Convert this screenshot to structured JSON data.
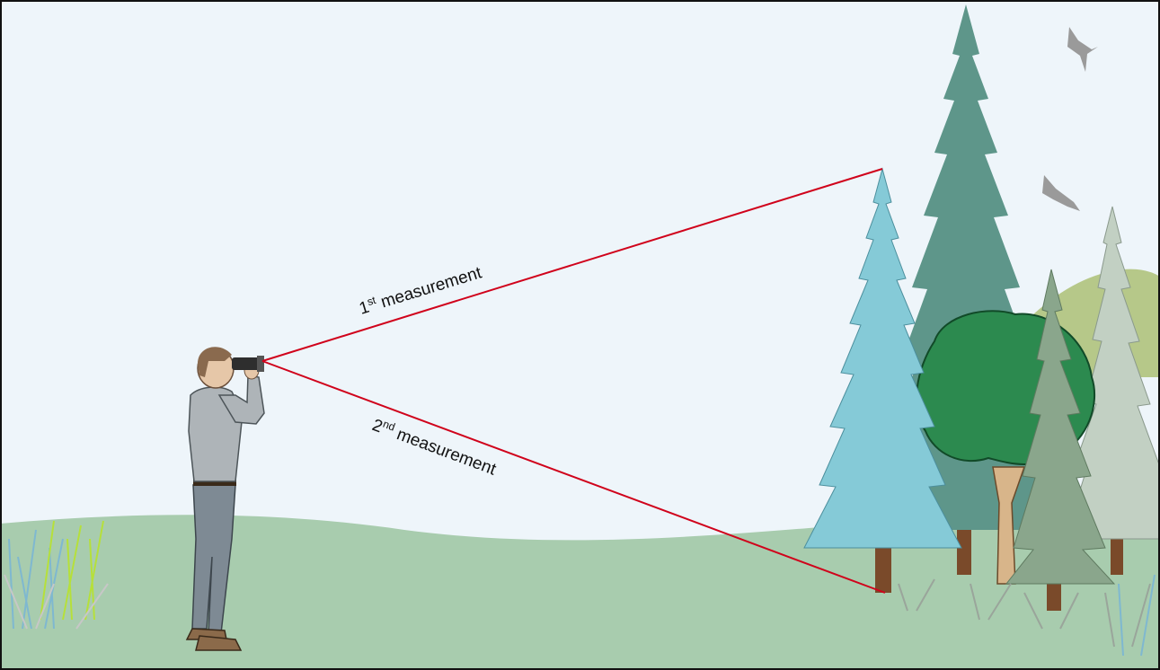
{
  "labels": {
    "first": {
      "base": "1",
      "sup": "st",
      "text": " measurement"
    },
    "second": {
      "base": "2",
      "sup": "nd",
      "text": " measurement"
    }
  },
  "colors": {
    "sky": "#eef5fa",
    "ground": "#a8ccae",
    "sight_line": "#d0021b",
    "tall_spruce": "#5e968a",
    "blue_spruce": "#85cad7",
    "deciduous": "#2c8a4f",
    "grey_spruce": "#c2d0c3",
    "olive_hill": "#b6c889",
    "frame": "#111111"
  },
  "icons": [
    "bird-icon",
    "bird-icon",
    "binoculars-icon",
    "grass-tuft-icon"
  ]
}
